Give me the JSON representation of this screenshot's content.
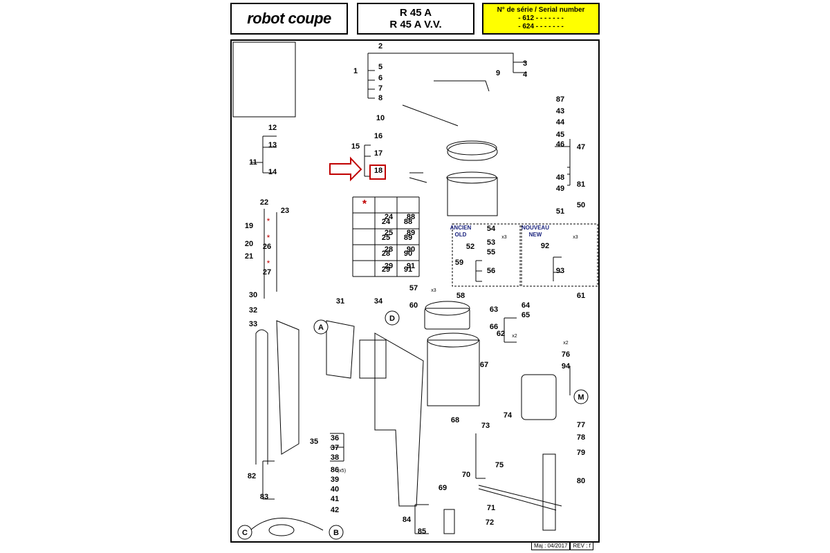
{
  "header": {
    "logo_text": "robot coupe",
    "model_line1": "R 45 A",
    "model_line2": "R 45 A V.V.",
    "serial_title": "N° de série / Serial number",
    "serial_line1": "- 612 - - - - -   - -",
    "serial_line2": "- 624 - - - - -   - -"
  },
  "labels": {
    "ancien": "ANCIEN",
    "old": "OLD",
    "nouveau": "NOUVEAU",
    "new": "NEW",
    "asterisk": "*",
    "x3": "x3",
    "x2": "x2",
    "x5": "(x5)"
  },
  "parts": [
    "1",
    "2",
    "3",
    "4",
    "5",
    "6",
    "7",
    "8",
    "9",
    "10",
    "11",
    "12",
    "13",
    "14",
    "15",
    "16",
    "17",
    "18",
    "19",
    "20",
    "21",
    "22",
    "23",
    "24",
    "25",
    "26",
    "27",
    "28",
    "29",
    "30",
    "31",
    "32",
    "33",
    "34",
    "35",
    "36",
    "37",
    "38",
    "39",
    "40",
    "41",
    "42",
    "43",
    "44",
    "45",
    "46",
    "47",
    "48",
    "49",
    "50",
    "51",
    "52",
    "53",
    "54",
    "55",
    "56",
    "57",
    "58",
    "59",
    "60",
    "61",
    "62",
    "63",
    "64",
    "65",
    "66",
    "67",
    "68",
    "69",
    "70",
    "71",
    "72",
    "73",
    "74",
    "75",
    "76",
    "77",
    "78",
    "79",
    "80",
    "81",
    "82",
    "83",
    "84",
    "85",
    "86",
    "87",
    "88",
    "89",
    "90",
    "91",
    "92",
    "93",
    "94",
    "A",
    "B",
    "C",
    "D",
    "M"
  ],
  "table_rows": [
    [
      "24",
      "88"
    ],
    [
      "25",
      "89"
    ],
    [
      "28",
      "90"
    ],
    [
      "29",
      "91"
    ]
  ],
  "footer": {
    "maj": "Maj : 04/2017",
    "rev": "REV : f"
  },
  "colors": {
    "serial_bg": "#ffff00",
    "highlight": "#c00000",
    "label_blue": "#1a237e"
  }
}
